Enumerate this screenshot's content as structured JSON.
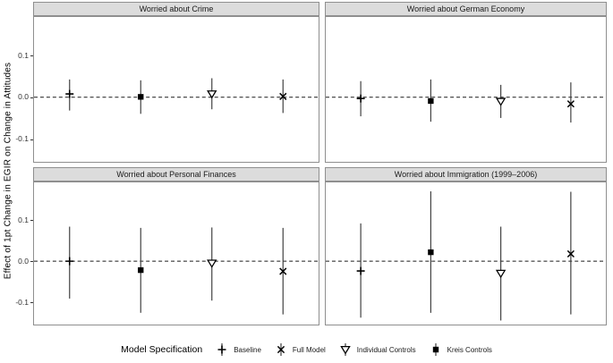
{
  "chart_data": {
    "type": "scatter",
    "subtype": "faceted-coefficient-pointrange-plot",
    "ylabel": "Effect of 1pt Change in EGIR on Change in Attitudes",
    "legend_title": "Model Specification",
    "y_ticks": [
      0.1,
      0.0,
      -0.1
    ],
    "y_tick_labels": [
      "0.1",
      "0.0",
      "-0.1"
    ],
    "ylim": [
      -0.156,
      0.194
    ],
    "zero_line": {
      "value": 0.0,
      "style": "dashed"
    },
    "grid": "off",
    "legend_position": "bottom",
    "x_order": [
      "Baseline",
      "Kreis Controls",
      "Individual Controls",
      "Full Model"
    ],
    "legend": [
      {
        "label": "Baseline",
        "marker": "plus"
      },
      {
        "label": "Full Model",
        "marker": "x"
      },
      {
        "label": "Individual Controls",
        "marker": "triangle-down-open"
      },
      {
        "label": "Kreis Controls",
        "marker": "square-filled"
      }
    ],
    "facets": [
      {
        "title": "Worried about Crime",
        "points": [
          {
            "model": "Baseline",
            "marker": "plus",
            "estimate": 0.008,
            "ci_low": -0.032,
            "ci_high": 0.043
          },
          {
            "model": "Kreis Controls",
            "marker": "square-filled",
            "estimate": 0.001,
            "ci_low": -0.04,
            "ci_high": 0.041
          },
          {
            "model": "Individual Controls",
            "marker": "triangle-down-open",
            "estimate": 0.008,
            "ci_low": -0.029,
            "ci_high": 0.046
          },
          {
            "model": "Full Model",
            "marker": "x",
            "estimate": 0.002,
            "ci_low": -0.038,
            "ci_high": 0.043
          }
        ]
      },
      {
        "title": "Worried about German Economy",
        "points": [
          {
            "model": "Baseline",
            "marker": "plus",
            "estimate": -0.003,
            "ci_low": -0.046,
            "ci_high": 0.039
          },
          {
            "model": "Kreis Controls",
            "marker": "square-filled",
            "estimate": -0.009,
            "ci_low": -0.059,
            "ci_high": 0.043
          },
          {
            "model": "Individual Controls",
            "marker": "triangle-down-open",
            "estimate": -0.01,
            "ci_low": -0.05,
            "ci_high": 0.03
          },
          {
            "model": "Full Model",
            "marker": "x",
            "estimate": -0.016,
            "ci_low": -0.061,
            "ci_high": 0.036
          }
        ]
      },
      {
        "title": "Worried about Personal Finances",
        "points": [
          {
            "model": "Baseline",
            "marker": "plus",
            "estimate": 0.0,
            "ci_low": -0.092,
            "ci_high": 0.085
          },
          {
            "model": "Kreis Controls",
            "marker": "square-filled",
            "estimate": -0.022,
            "ci_low": -0.127,
            "ci_high": 0.082
          },
          {
            "model": "Individual Controls",
            "marker": "triangle-down-open",
            "estimate": -0.005,
            "ci_low": -0.097,
            "ci_high": 0.083
          },
          {
            "model": "Full Model",
            "marker": "x",
            "estimate": -0.025,
            "ci_low": -0.131,
            "ci_high": 0.082
          }
        ]
      },
      {
        "title": "Worried about Immigration (1999–2006)",
        "points": [
          {
            "model": "Baseline",
            "marker": "plus",
            "estimate": -0.024,
            "ci_low": -0.139,
            "ci_high": 0.093
          },
          {
            "model": "Kreis Controls",
            "marker": "square-filled",
            "estimate": 0.022,
            "ci_low": -0.127,
            "ci_high": 0.172
          },
          {
            "model": "Individual Controls",
            "marker": "triangle-down-open",
            "estimate": -0.03,
            "ci_low": -0.146,
            "ci_high": 0.085
          },
          {
            "model": "Full Model",
            "marker": "x",
            "estimate": 0.018,
            "ci_low": -0.131,
            "ci_high": 0.171
          }
        ]
      }
    ],
    "colors": {
      "strip_background": "#dcdcdc",
      "panel_border": "#8f8f8f",
      "marker": "#000000",
      "errorbar": "#404040",
      "zero_line": "#1a1a1a"
    }
  }
}
